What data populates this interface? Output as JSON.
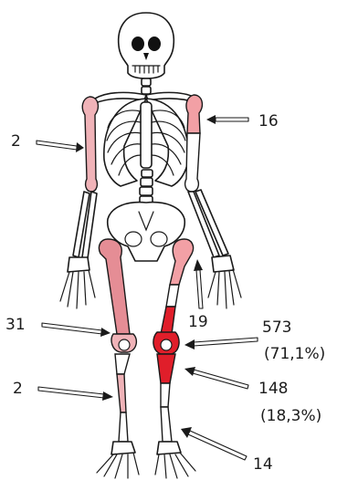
{
  "labels": {
    "humerus_left": "2",
    "humerus_right": "16",
    "femur_left": "31",
    "femur_right": "19",
    "knee_right_count": "573",
    "knee_right_pct": "(71,1%)",
    "tibia_left": "2",
    "tibia_right_count": "148",
    "tibia_right_pct": "(18,3%)",
    "foot_right": "14"
  },
  "colors": {
    "light_pink": "#f0b3b8",
    "mid_pink": "#e58d95",
    "salmon": "#f2a0a5",
    "red": "#e01e2a",
    "bone_white": "#ffffff",
    "outline": "#1a1a1a"
  }
}
